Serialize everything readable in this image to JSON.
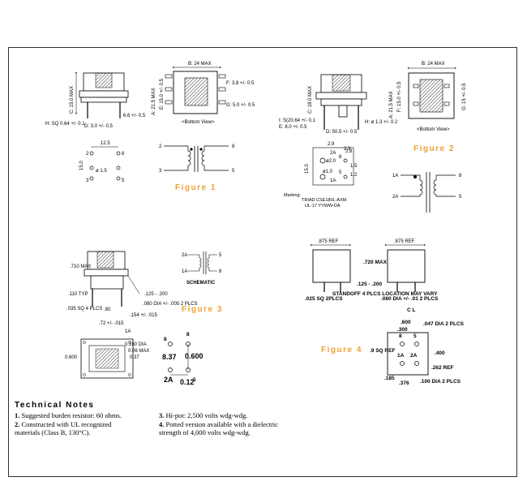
{
  "figures": {
    "fig1": {
      "label": "Figure 1",
      "dims": {
        "height_max": "C: 15.0 MAX",
        "pin_sq": "H: SQ 0.64 +/- 0.1",
        "pitch": "D: 3.0 +/- 0.5",
        "standoff": "6.6 +/- 0.5",
        "width_max": "B: 24 MAX",
        "length_max": "A: 21.5 MAX",
        "e_dim": "E: 15.0 +/- 0.5",
        "f_dim": "F: 3.8 +/- 0.5",
        "g_dim": "G: 5.0 +/- 0.5",
        "footprint_w": "12.5",
        "footprint_h": "15.0",
        "hole": "ø 1.5"
      },
      "view_label": "<Bottom View>",
      "pins": {
        "p2": "2",
        "p3": "3",
        "p8": "8",
        "p5": "5",
        "f2": "2",
        "f8": "8",
        "f3": "3",
        "f5": "5"
      }
    },
    "fig2": {
      "label": "Figure 2",
      "dims": {
        "height_max": "C: 18.0 MAX",
        "pin_sq": "I: S(20.64 +/- 0.1",
        "e_dim": "E: 8.0 +/- 0.5",
        "h_dim": "H: ø 1.3 +/- 0.2",
        "d_dim": "D: 50.5 +/- 0.5",
        "width_max": "B: 24 MAX",
        "length_max": "A: 21.5 MAX",
        "f_dim": "F: 15.0 +/- 0.5",
        "g_dim": "G: 15 +/- 0.5",
        "fp_a": "2.9",
        "fp_b": "2.3",
        "fp_c": "ø2.0",
        "fp_d": "ø1.0",
        "fp_e": "15.0",
        "fp_f": "1.5",
        "fp_g": "1.2",
        "fp_h": "2.8"
      },
      "view_label": "<Bottom View>",
      "marking_label": "Marking:",
      "marking_lines": [
        "TRIAD CSE180L-AXM",
        "UL-17 YYWW-DA"
      ],
      "pins": {
        "p1a": "1A",
        "p2a": "2A",
        "p8": "8",
        "p5": "5",
        "fp_2a": "2A",
        "fp_1a": "1A",
        "fp_5": "5",
        "fp_8": "8"
      }
    },
    "fig3": {
      "label": "Figure 3",
      "dims": {
        "height": ".710 MAX",
        "typ": ".110 TYP",
        "pin_sq": ".035 SQ 4 PLCS",
        "spacing": ".125 - .200",
        "dia": ".080 DIA +/- .005 2 PLCS",
        "w1": ".80",
        "w2": ".154 +/- .015",
        "w3": ".72 +/- .015",
        "hole": "0.160 DIA",
        "pin_hole": "0.06 MAX",
        "body_w": "0.600",
        "body_h": "0.37",
        "fp_8": "8",
        "fp_060": "0.600",
        "fp_037": "8.37",
        "fp_012": "0.12"
      },
      "schematic_label": "SCHEMATIC",
      "pins": {
        "s2a": "2A",
        "s1a": "1A",
        "s5": "5",
        "s8": "8",
        "fp1a": "1A",
        "fp2a": "2A",
        "fp8": "8",
        "fp5": "5"
      }
    },
    "fig4": {
      "label": "Figure 4",
      "dims": {
        "ref_left": ".875 REF",
        "ref_right": ".875 REF",
        "height": ".720 MAX",
        "spacing": ".125 - .200",
        "pin_sq": ".025 SQ 2PLCS",
        "standoff": "STANDOFF 4 PLCS LOCATION MAY VARY",
        "dia": ".080 DIA +/- .01 2 PLCS",
        "cl": "C L",
        "w600": ".600",
        "w300": ".300",
        "dia2": ".047 DIA 2 PLCS",
        "sq_ref": ".9 SQ REF",
        "h400": ".400",
        "h262": ".262 REF",
        "d185": ".185",
        "d376": ".376",
        "dia3": ".100 DIA 2 PLCS"
      },
      "pins": {
        "p8": "8",
        "p5": "5",
        "p1a": "1A",
        "p2a": "2A"
      }
    }
  },
  "technical_notes": {
    "title": "Technical Notes",
    "items": [
      {
        "num": "1.",
        "text": "Suggested burden resistor: 60 ohms."
      },
      {
        "num": "2.",
        "text": "Constructed with UL recognized materials (Class B, 130°C)."
      },
      {
        "num": "3.",
        "text": "Hi-pot: 2,500 volts wdg-wdg."
      },
      {
        "num": "4.",
        "text": "Potted version available with a dielectric strength of 4,000 volts wdg-wdg."
      }
    ]
  },
  "colors": {
    "accent": "#f0a030",
    "line": "#000000"
  }
}
